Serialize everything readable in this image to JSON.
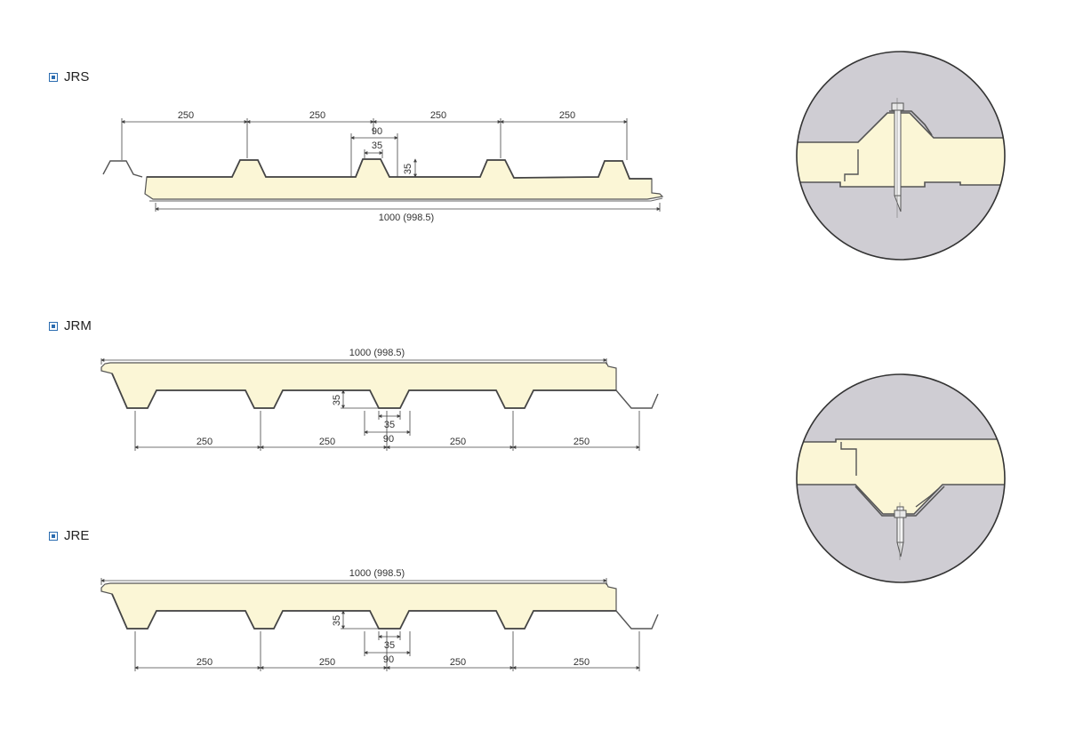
{
  "sections": {
    "jrs": {
      "title": "JRS"
    },
    "jrm": {
      "title": "JRM"
    },
    "jre": {
      "title": "JRE"
    }
  },
  "dimensions": {
    "pitch": "250",
    "rib_top": "90",
    "rib_flat": "35",
    "rib_height": "35",
    "total_width": "1000 (998.5)"
  },
  "colors": {
    "foam": "#fbf6d6",
    "steel": "#555555",
    "background_gray": "#cfcdd3",
    "dimension_line": "#444444"
  }
}
